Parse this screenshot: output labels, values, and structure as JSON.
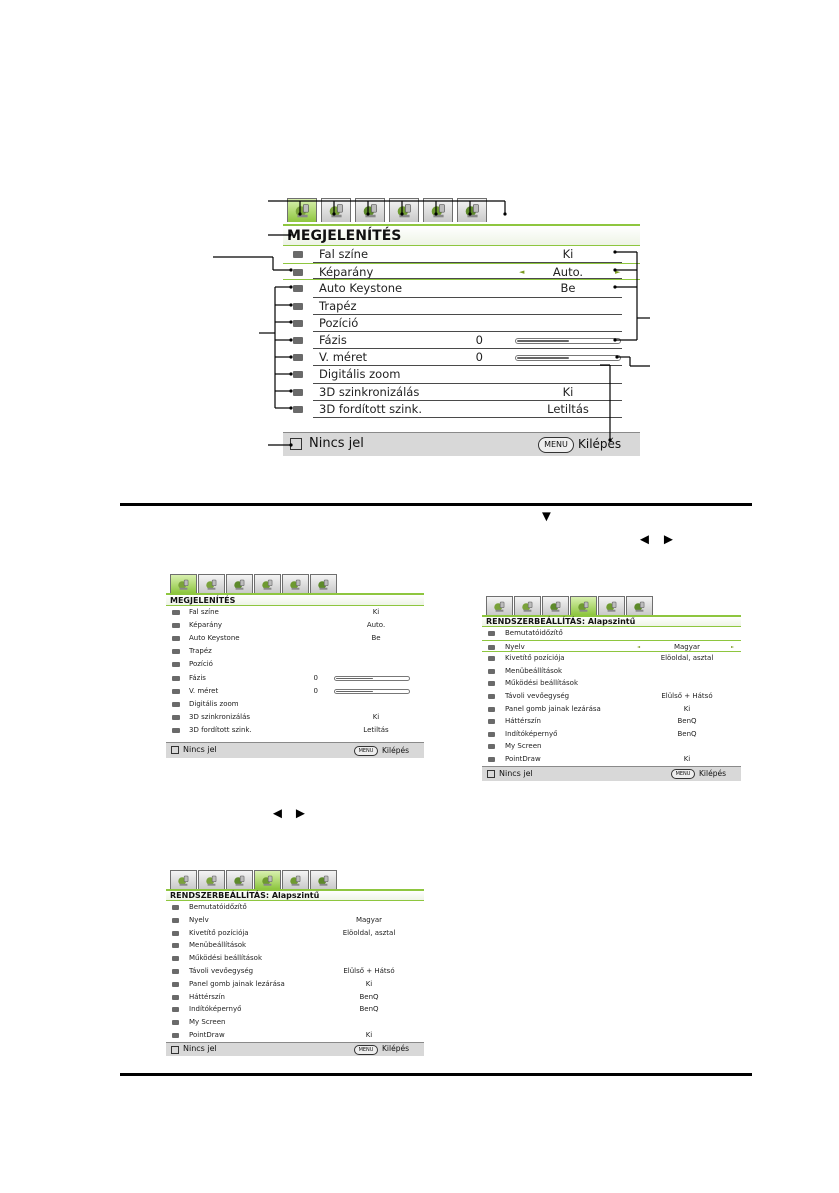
{
  "main_menu": {
    "title": "MEGJELENÍTÉS",
    "rows": [
      {
        "label": "Fal színe",
        "value": "Ki"
      },
      {
        "label": "Képarány",
        "value": "Auto.",
        "selected": true
      },
      {
        "label": "Auto Keystone",
        "value": "Be"
      },
      {
        "label": "Trapéz",
        "value": ""
      },
      {
        "label": "Pozíció",
        "value": ""
      },
      {
        "label": "Fázis",
        "number": "0",
        "slider": 0.5
      },
      {
        "label": "V. méret",
        "number": "0",
        "slider": 0.5
      },
      {
        "label": "Digitális zoom",
        "value": ""
      },
      {
        "label": "3D szinkronizálás",
        "value": "Ki"
      },
      {
        "label": "3D fordított szink.",
        "value": "Letiltás"
      }
    ],
    "footer": {
      "source": "Nincs jel",
      "menu_key": "MENU",
      "exit": "Kilépés"
    }
  },
  "step_menu_a": {
    "title": "MEGJELENÍTÉS",
    "rows": [
      {
        "label": "Fal színe",
        "value": "Ki"
      },
      {
        "label": "Képarány",
        "value": "Auto."
      },
      {
        "label": "Auto Keystone",
        "value": "Be"
      },
      {
        "label": "Trapéz",
        "value": ""
      },
      {
        "label": "Pozíció",
        "value": ""
      },
      {
        "label": "Fázis",
        "number": "0",
        "slider": 0.5
      },
      {
        "label": "V. méret",
        "number": "0",
        "slider": 0.5
      },
      {
        "label": "Digitális zoom",
        "value": ""
      },
      {
        "label": "3D szinkronizálás",
        "value": "Ki"
      },
      {
        "label": "3D fordított szink.",
        "value": "Letiltás"
      }
    ],
    "footer": {
      "source": "Nincs jel",
      "menu_key": "MENU",
      "exit": "Kilépés"
    }
  },
  "step_menu_b": {
    "title": "RENDSZERBEÁLLÍTÁS: Alapszintű",
    "rows": [
      {
        "label": "Bemutatóidőzítő",
        "value": ""
      },
      {
        "label": "Nyelv",
        "value": "Magyar",
        "selected": true
      },
      {
        "label": "Kivetítő pozíciója",
        "value": "Elöoldal, asztal"
      },
      {
        "label": "Menübeállítások",
        "value": ""
      },
      {
        "label": "Működési beállítások",
        "value": ""
      },
      {
        "label": "Távoli vevőegység",
        "value": "Elülső + Hátsó"
      },
      {
        "label": "Panel gomb jainak lezárása",
        "value": "Ki"
      },
      {
        "label": "Háttérszín",
        "value": "BenQ"
      },
      {
        "label": "Indítóképernyő",
        "value": "BenQ"
      },
      {
        "label": "My Screen",
        "value": ""
      },
      {
        "label": "PointDraw",
        "value": "Ki"
      }
    ],
    "footer": {
      "source": "Nincs jel",
      "menu_key": "MENU",
      "exit": "Kilépés"
    }
  },
  "step_menu_c": {
    "title": "RENDSZERBEÁLLÍTÁS: Alapszintű",
    "rows": [
      {
        "label": "Bemutatóidőzítő",
        "value": ""
      },
      {
        "label": "Nyelv",
        "value": "Magyar"
      },
      {
        "label": "Kivetítő pozíciója",
        "value": "Elöoldal, asztal"
      },
      {
        "label": "Menübeállítások",
        "value": ""
      },
      {
        "label": "Működési beállítások",
        "value": ""
      },
      {
        "label": "Távoli vevőegység",
        "value": "Elülső + Hátsó"
      },
      {
        "label": "Panel gomb jainak lezárása",
        "value": "Ki"
      },
      {
        "label": "Háttérszín",
        "value": "BenQ"
      },
      {
        "label": "Indítóképernyő",
        "value": "BenQ"
      },
      {
        "label": "My Screen",
        "value": ""
      },
      {
        "label": "PointDraw",
        "value": "Ki"
      }
    ],
    "footer": {
      "source": "Nincs jel",
      "menu_key": "MENU",
      "exit": "Kilépés"
    }
  },
  "glyphs": {
    "down_arrow": "▼",
    "left_arrow": "◄",
    "right_arrow": "►",
    "left_arrow_sel": "◄",
    "right_arrow_sel": "►"
  },
  "colors": {
    "accent": "#8ec63f",
    "footer_bg": "#d8d8d8"
  }
}
